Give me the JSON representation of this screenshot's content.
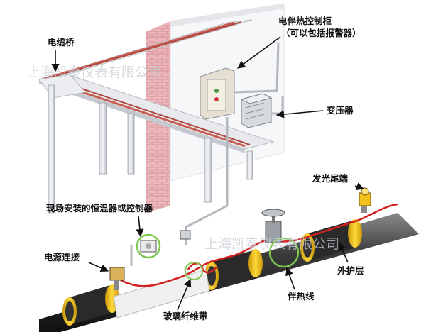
{
  "labels": {
    "cable_tray": "电缆桥",
    "control_cabinet_line1": "电伴热控制柜",
    "control_cabinet_line2": "（可以包括报警器）",
    "transformer": "变压器",
    "thermostat": "现场安装的恒温器或控制器",
    "end_seal": "发光尾端",
    "power_connection": "电源连接",
    "outer_jacket": "外护层",
    "heat_tracing_cable": "伴热线",
    "glass_fiber_tape": "玻璃纤维带"
  },
  "watermarks": {
    "top": "上海凯泰仪表有限公司",
    "bottom": "上海凯泰仪表有限公司"
  },
  "colors": {
    "heating_cable": "#d42020",
    "insulation_yellow": "#f2c21a",
    "pipe_dark": "#2d2d2d",
    "wall_brick": "#e7a3a8",
    "highlight_circle": "#7ec850"
  }
}
